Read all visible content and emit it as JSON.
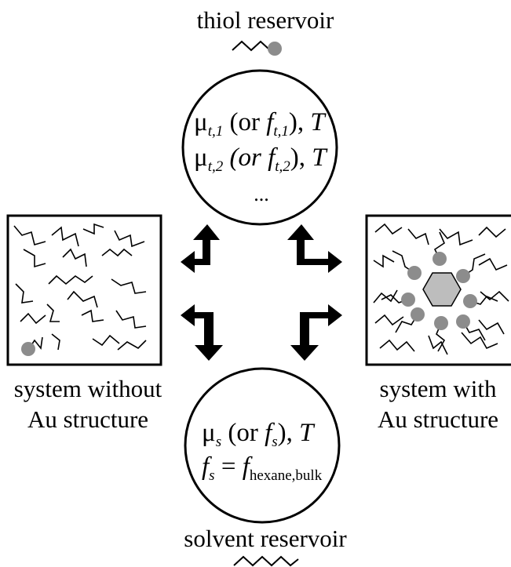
{
  "labels": {
    "thiol_reservoir": "thiol reservoir",
    "solvent_reservoir": "solvent reservoir",
    "system_without_line1": "system without",
    "system_without_line2": "Au structure",
    "system_with_line1": "system with",
    "system_with_line2": "Au structure"
  },
  "thiol_circle": {
    "line1": {
      "mu": "μ",
      "sub1": "t,1",
      "open": " (or ",
      "f": "f",
      "sub2": "t,1",
      "close": "), ",
      "T": "T"
    },
    "line2": {
      "mu": "μ",
      "sub1": "t,2",
      "open": " (or ",
      "f": "f",
      "sub2": "t,2",
      "close": "), ",
      "T": "T"
    },
    "line3": "..."
  },
  "solvent_circle": {
    "line1": {
      "mu": "μ",
      "sub1": "s",
      "open": " (or ",
      "f": "f",
      "sub2": "s",
      "close": "), ",
      "T": "T"
    },
    "line2": {
      "f": "f",
      "sub1": "s",
      "eq": " = ",
      "f2": "f",
      "sub2": "hexane,bulk"
    }
  },
  "colors": {
    "bead": "#8c8c8c",
    "hexagon": "#bdbdbd",
    "stroke": "#000000"
  }
}
